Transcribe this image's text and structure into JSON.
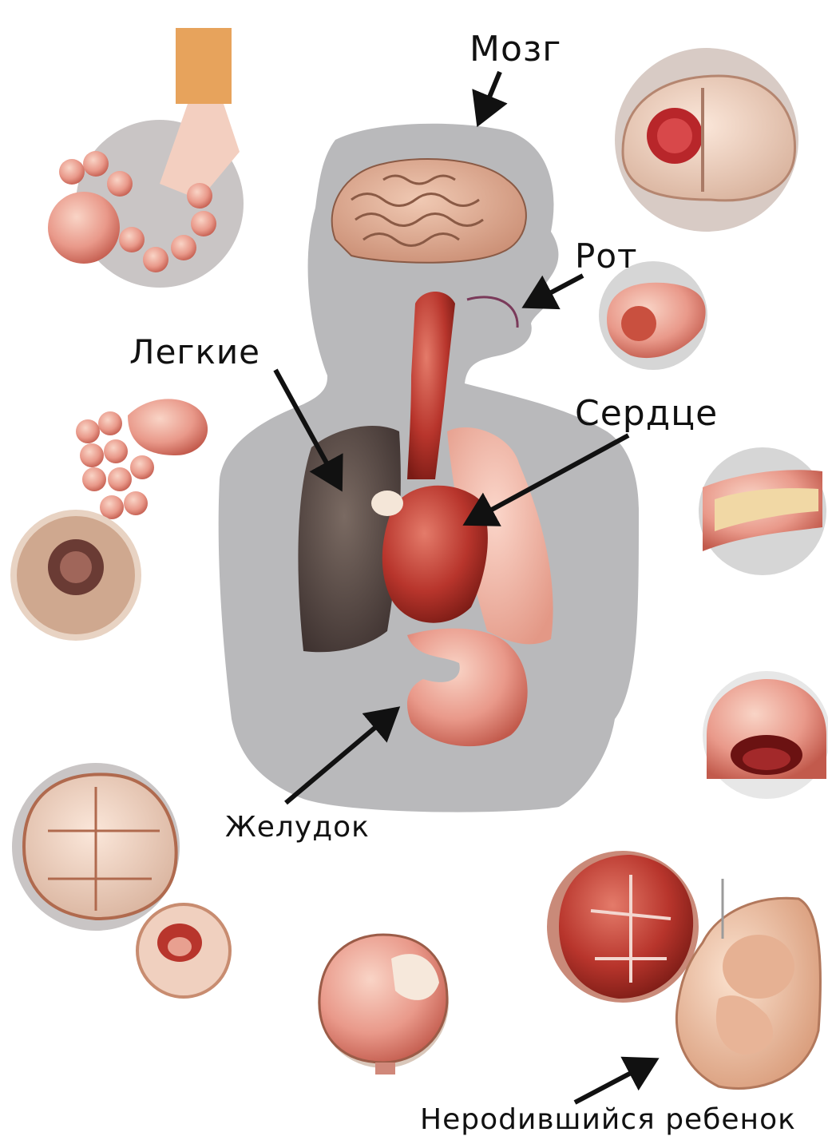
{
  "labels": {
    "brain": "Мозг",
    "mouth": "Рот",
    "lungs": "Легкие",
    "heart": "Сердце",
    "stomach": "Желудок",
    "unborn_child": "Нерodившийся ребенок"
  },
  "colors": {
    "silhouette": "#b9b9bb",
    "organ_pink": "#e9a08f",
    "organ_red": "#b8352c",
    "smoker_lung": "#5a4a44",
    "healthy_lung": "#f0b6a6",
    "brain_tissue": "#d9a88f",
    "arrow": "#111111"
  },
  "icons": [
    "arrow-icon"
  ]
}
